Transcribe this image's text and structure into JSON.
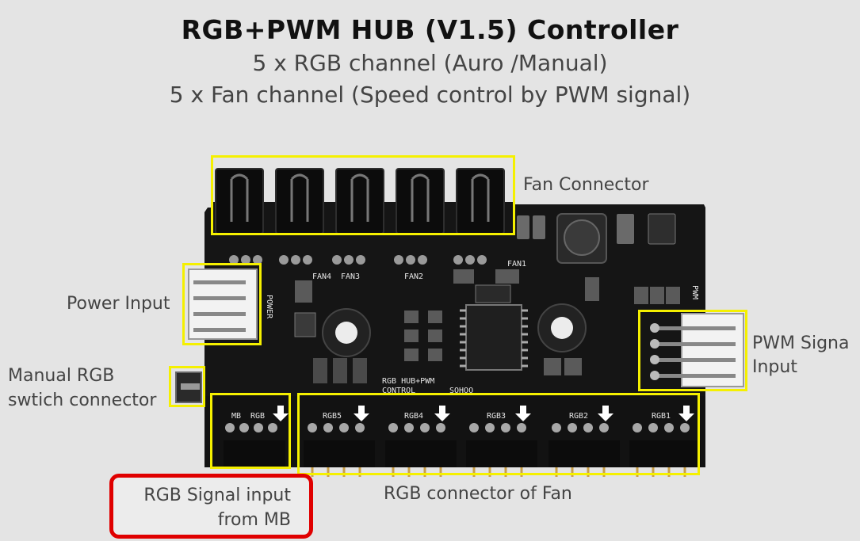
{
  "header": {
    "title": "RGB+PWM HUB (V1.5) Controller",
    "subtitle_1": "5 x RGB channel (Auro /Manual)",
    "subtitle_2": "5 x Fan channel (Speed control by PWM signal)"
  },
  "labels": {
    "fan_connector": "Fan Connector",
    "power_input": "Power Input",
    "manual_rgb_line1": "Manual RGB",
    "manual_rgb_line2": "swtich connector",
    "pwm_line1": "PWM Signa",
    "pwm_line2": "Input",
    "rgb_connector_fan": "RGB connector of Fan",
    "rgb_signal_line1": "RGB Signal input",
    "rgb_signal_line2": "from MB"
  },
  "silkscreen": {
    "fan4": "FAN4",
    "fan3": "FAN3",
    "fan2": "FAN2",
    "fan1": "FAN1",
    "rgb5": "RGB5",
    "rgb4": "RGB4",
    "rgb3": "RGB3",
    "rgb2": "RGB2",
    "rgb1": "RGB1",
    "mb": "MB",
    "rgb": "RGB",
    "power": "POWER",
    "pwm": "PWM",
    "board_name_1": "RGB HUB+PWM",
    "board_name_2": "CONTROL",
    "brand": "SOHOO"
  },
  "colors": {
    "highlight": "#f5f000",
    "callout": "#e00000",
    "board": "#1a1a1a",
    "background": "#e4e4e4"
  }
}
